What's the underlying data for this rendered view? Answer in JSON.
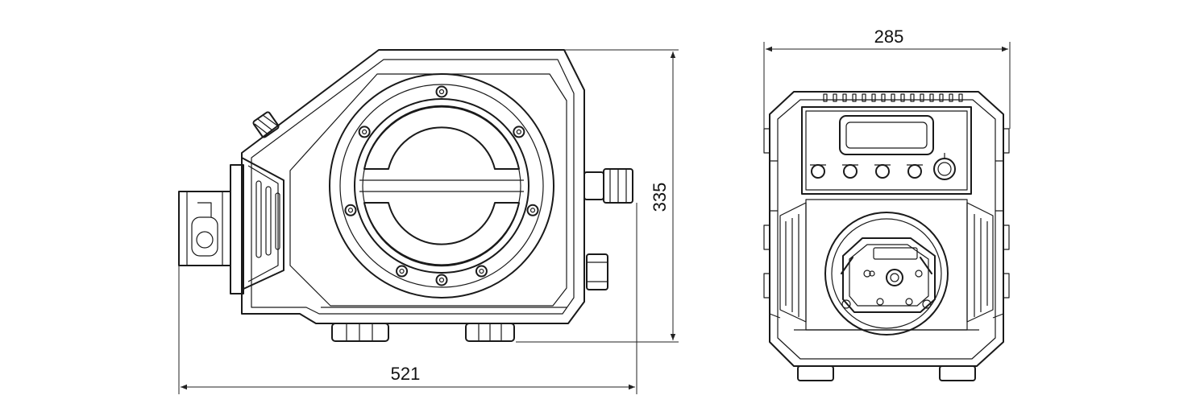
{
  "colors": {
    "line": "#1a1a1a",
    "background": "#ffffff"
  },
  "dimensions": {
    "side_width": "521",
    "side_height": "335",
    "front_width": "285"
  }
}
